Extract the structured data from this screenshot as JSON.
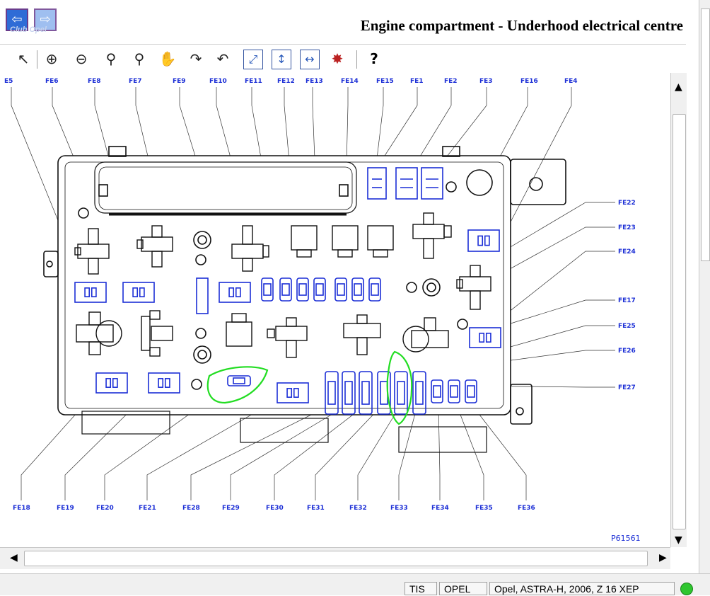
{
  "window": {
    "title": "Engine compartment - Underhood electrical centre",
    "watermark": "Club Opel"
  },
  "nav": {
    "back_icon": "back-arrow-icon",
    "forward_icon": "forward-arrow-icon"
  },
  "toolbar": {
    "tools": [
      {
        "name": "select-pointer-icon",
        "glyph": "↖"
      },
      {
        "name": "zoom-in-icon",
        "glyph": "⊕"
      },
      {
        "name": "zoom-out-icon",
        "glyph": "⊖"
      },
      {
        "name": "zoom-icon",
        "glyph": "⚲"
      },
      {
        "name": "zoom-window-icon",
        "glyph": "⚲"
      },
      {
        "name": "pan-hand-icon",
        "glyph": "✋"
      },
      {
        "name": "rotate-right-icon",
        "glyph": "↷"
      },
      {
        "name": "rotate-left-icon",
        "glyph": "↶"
      },
      {
        "name": "fit-window-icon",
        "glyph": "⤢"
      },
      {
        "name": "fit-height-icon",
        "glyph": "↕"
      },
      {
        "name": "fit-width-icon",
        "glyph": "↔"
      },
      {
        "name": "highlight-icon",
        "glyph": "✸"
      },
      {
        "name": "help-icon",
        "glyph": "?"
      }
    ]
  },
  "diagram": {
    "ref_code": "P61561",
    "top_labels": [
      "E5",
      "FE6",
      "FE8",
      "FE7",
      "FE9",
      "FE10",
      "FE11",
      "FE12",
      "FE13",
      "FE14",
      "FE15",
      "FE1",
      "FE2",
      "FE3",
      "FE16",
      "FE4"
    ],
    "right_labels": [
      "FE22",
      "FE23",
      "FE24",
      "FE17",
      "FE25",
      "FE26",
      "FE27"
    ],
    "bottom_labels": [
      "FE18",
      "FE19",
      "FE20",
      "FE21",
      "FE28",
      "FE29",
      "FE30",
      "FE31",
      "FE32",
      "FE33",
      "FE34",
      "FE35",
      "FE36"
    ],
    "highlight_color": "#22dd22",
    "fuse_color": "#1c2fd6"
  },
  "status": {
    "cells": [
      "TIS",
      "OPEL",
      "Opel, ASTRA-H, 2006, Z 16 XEP"
    ],
    "led_color": "#2fc62f"
  }
}
